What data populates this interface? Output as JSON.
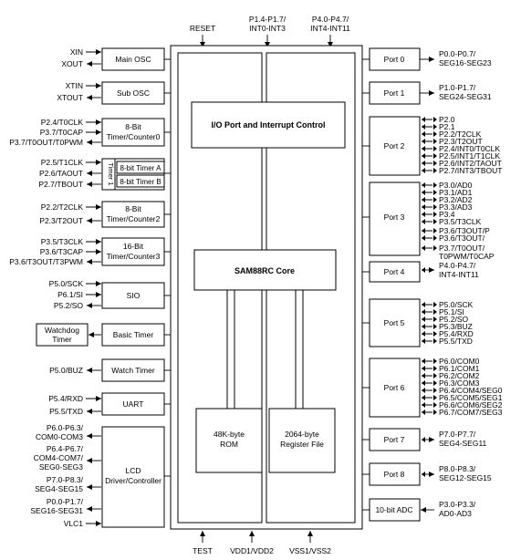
{
  "top_labels": {
    "reset": "RESET",
    "p1": [
      "P1.4-P1.7/",
      "INT0-INT3"
    ],
    "p4": [
      "P4.0-P4.7/",
      "INT4-INT11"
    ]
  },
  "bottom_labels": {
    "test": "TEST",
    "vdd": "VDD1/VDD2",
    "vss": "VSS1/VSS2"
  },
  "core": {
    "io_control": "I/O Port and Interrupt Control",
    "cpu": "SAM88RC Core",
    "rom": [
      "48K-byte",
      "ROM"
    ],
    "regfile": [
      "2064-byte",
      "Register File"
    ]
  },
  "left_blocks": {
    "main_osc": {
      "label": "Main OSC",
      "pins": [
        "XIN",
        "XOUT"
      ]
    },
    "sub_osc": {
      "label": "Sub OSC",
      "pins": [
        "XTIN",
        "XTOUT"
      ]
    },
    "timer0": {
      "label": [
        "8-Bit",
        "Timer/Counter0"
      ],
      "pins": [
        "P2.4/T0CLK",
        "P3.7/T0CAP",
        "P3.7/T0OUT/T0PWM"
      ]
    },
    "timer1": {
      "group_label": "Timer 1",
      "label_a": "8-bit Timer A",
      "label_b": "8-bit Timer B",
      "pins": [
        "P2.5/T1CLK",
        "P2.6/TAOUT",
        "P2.7/TBOUT"
      ]
    },
    "timer2": {
      "label": [
        "8-Bit",
        "Timer/Counter2"
      ],
      "pins": [
        "P2.2/T2CLK",
        "P2.3/T2OUT"
      ]
    },
    "timer3": {
      "label": [
        "16-Bit",
        "Timer/Counter3"
      ],
      "pins": [
        "P3.5/T3CLK",
        "P3.6/T3CAP",
        "P3.6/T3OUT/T3PWM"
      ]
    },
    "sio": {
      "label": "SIO",
      "pins": [
        "P5.0/SCK",
        "P6.1/SI",
        "P5.2/SO"
      ]
    },
    "watchdog": {
      "label": [
        "Watchdog",
        "Timer"
      ]
    },
    "basic_timer": {
      "label": "Basic Timer"
    },
    "watch_timer": {
      "label": "Watch Timer",
      "pins": [
        "P5.0/BUZ"
      ]
    },
    "uart": {
      "label": "UART",
      "pins": [
        "P5.4/RXD",
        "P5.5/TXD"
      ]
    },
    "lcd": {
      "label": [
        "LCD",
        "Driver/Controller"
      ],
      "pins": [
        [
          "P6.0-P6.3/",
          "COM0-COM3"
        ],
        [
          "P6.4-P6.7/",
          "COM4-COM7/",
          "SEG0-SEG3"
        ],
        [
          "P7.0-P8.3/",
          "SEG4-SEG15"
        ],
        [
          "P0.0-P1.7/",
          "SEG16-SEG31"
        ],
        [
          "VLC1"
        ]
      ]
    }
  },
  "right_blocks": {
    "port0": {
      "label": "Port 0",
      "pins": [
        "P0.0-P0.7/",
        "SEG16-SEG23"
      ]
    },
    "port1": {
      "label": "Port 1",
      "pins": [
        "P1.0-P1.7/",
        "SEG24-SEG31"
      ]
    },
    "port2": {
      "label": "Port 2",
      "pins": [
        "P2.0",
        "P2.1",
        "P2.2/T2CLK",
        "P2.3/T2OUT",
        "P2.4/INT0/T0CLK",
        "P2.5/INT1/T1CLK",
        "P2.6/INT2/TAOUT",
        "P2.7/INT3/TBOUT"
      ]
    },
    "port3": {
      "label": "Port 3",
      "pins": [
        "P3.0/AD0",
        "P3.1/AD1",
        "P3.2/AD2",
        "P3.3/AD3",
        "P3.4",
        "P3.5/T3CLK",
        "P3.6/T3OUT/P",
        "P3.6/T3OUT/",
        "P3.7/T0OUT/",
        "T0PWM/T0CAP"
      ]
    },
    "port4": {
      "label": "Port 4",
      "pins": [
        "P4.0-P4.7/",
        "INT4-INT11"
      ]
    },
    "port5": {
      "label": "Port 5",
      "pins": [
        "P5.0/SCK",
        "P5.1/SI",
        "P5.2/SO",
        "P5.3/BUZ",
        "P5.4/RXD",
        "P5.5/TXD"
      ]
    },
    "port6": {
      "label": "Port 6",
      "pins": [
        "P6.0/COM0",
        "P6.1/COM1",
        "P6.2/COM2",
        "P6.3/COM3",
        "P6.4/COM4/SEG0",
        "P6.5/COM5/SEG1",
        "P6.6/COM6/SEG2",
        "P6.7/COM7/SEG3"
      ]
    },
    "port7": {
      "label": "Port 7",
      "pins": [
        "P7.0-P7.7/",
        "SEG4-SEG11"
      ]
    },
    "port8": {
      "label": "Port 8",
      "pins": [
        "P8.0-P8.3/",
        "SEG12-SEG15"
      ]
    },
    "adc": {
      "label": "10-bit ADC",
      "pins": [
        "P3.0-P3.3/",
        "AD0-AD3"
      ]
    }
  }
}
